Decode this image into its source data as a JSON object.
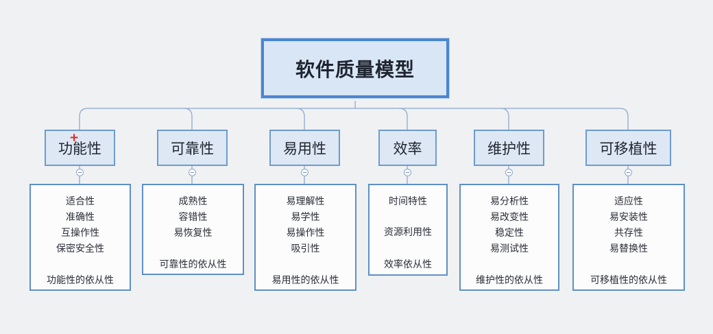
{
  "diagram": {
    "title": "软件质量模型",
    "categories": [
      {
        "label": "功能性",
        "items": [
          "适合性",
          "准确性",
          "互操作性",
          "保密安全性"
        ],
        "extra_items": [],
        "footer": "功能性的依从性"
      },
      {
        "label": "可靠性",
        "items": [
          "成熟性",
          "容错性",
          "易恢复性"
        ],
        "extra_items": [],
        "footer": "可靠性的依从性"
      },
      {
        "label": "易用性",
        "items": [
          "易理解性",
          "易学性",
          "易操作性",
          "吸引性"
        ],
        "extra_items": [],
        "footer": "易用性的依从性"
      },
      {
        "label": "效率",
        "items": [
          "时间特性"
        ],
        "extra_items": [
          "资源利用性"
        ],
        "footer": "效率依从性"
      },
      {
        "label": "维护性",
        "items": [
          "易分析性",
          "易改变性",
          "稳定性",
          "易测试性"
        ],
        "extra_items": [],
        "footer": "维护性的依从性"
      },
      {
        "label": "可移植性",
        "items": [
          "适应性",
          "易安装性",
          "共存性",
          "易替换性"
        ],
        "extra_items": [],
        "footer": "可移植性的依从性"
      }
    ],
    "colors": {
      "connector": "#9ab3d3",
      "box_border": "#5e8fc8",
      "root_border": "#4a86d0",
      "cursor": "#e0241b"
    }
  }
}
